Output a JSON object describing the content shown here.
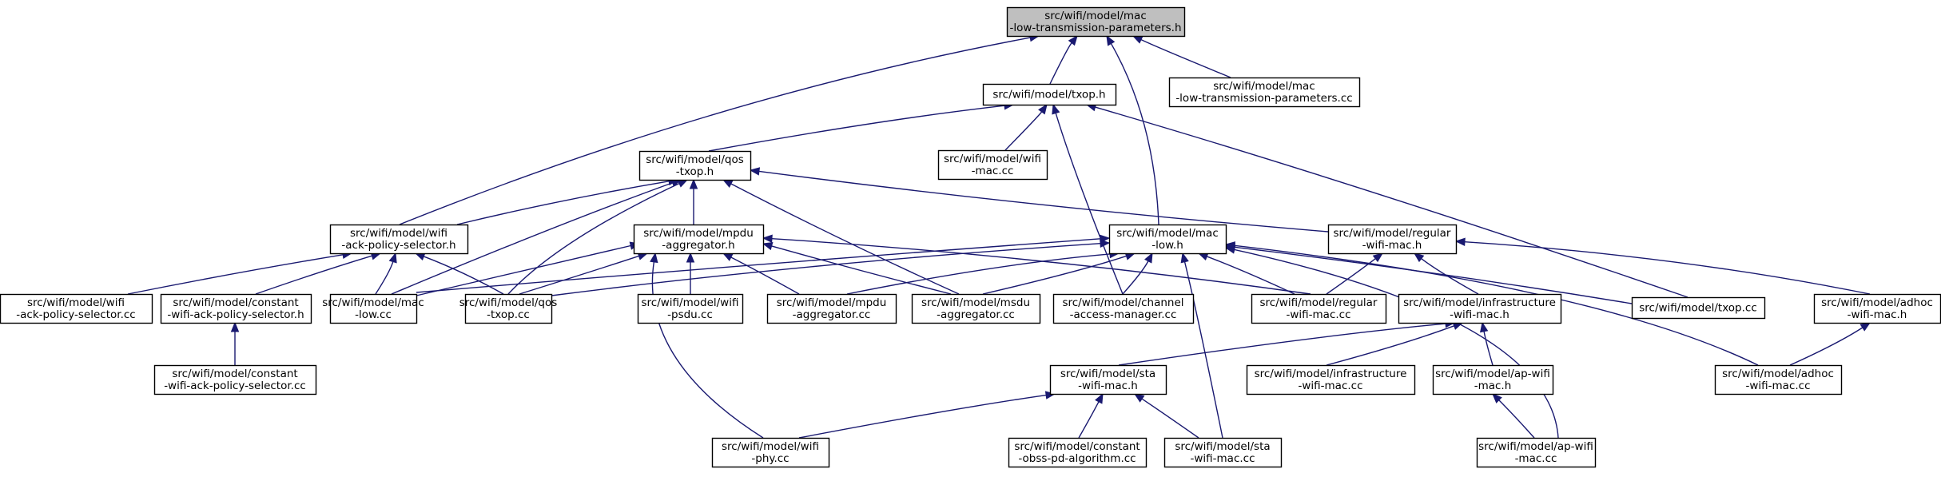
{
  "graph": {
    "nodes": [
      {
        "id": "root",
        "lines": [
          "src/wifi/model/mac",
          "-low-transmission-parameters.h"
        ],
        "root": true
      },
      {
        "id": "mltp_cc",
        "lines": [
          "src/wifi/model/mac",
          "-low-transmission-parameters.cc"
        ]
      },
      {
        "id": "txop_h",
        "lines": [
          "src/wifi/model/txop.h"
        ]
      },
      {
        "id": "wifi_mac_cc",
        "lines": [
          "src/wifi/model/wifi",
          "-mac.cc"
        ]
      },
      {
        "id": "qos_txop_h",
        "lines": [
          "src/wifi/model/qos",
          "-txop.h"
        ]
      },
      {
        "id": "wifi_aps_h",
        "lines": [
          "src/wifi/model/wifi",
          "-ack-policy-selector.h"
        ]
      },
      {
        "id": "mpdu_agg_h",
        "lines": [
          "src/wifi/model/mpdu",
          "-aggregator.h"
        ]
      },
      {
        "id": "mac_low_h",
        "lines": [
          "src/wifi/model/mac",
          "-low.h"
        ]
      },
      {
        "id": "regular_h",
        "lines": [
          "src/wifi/model/regular",
          "-wifi-mac.h"
        ]
      },
      {
        "id": "wifi_aps_cc",
        "lines": [
          "src/wifi/model/wifi",
          "-ack-policy-selector.cc"
        ]
      },
      {
        "id": "const_aps_h",
        "lines": [
          "src/wifi/model/constant",
          "-wifi-ack-policy-selector.h"
        ]
      },
      {
        "id": "mac_low_cc",
        "lines": [
          "src/wifi/model/mac",
          "-low.cc"
        ]
      },
      {
        "id": "qos_txop_cc",
        "lines": [
          "src/wifi/model/qos",
          "-txop.cc"
        ]
      },
      {
        "id": "psdu_cc",
        "lines": [
          "src/wifi/model/wifi",
          "-psdu.cc"
        ]
      },
      {
        "id": "mpdu_agg_cc",
        "lines": [
          "src/wifi/model/mpdu",
          "-aggregator.cc"
        ]
      },
      {
        "id": "msdu_agg_cc",
        "lines": [
          "src/wifi/model/msdu",
          "-aggregator.cc"
        ]
      },
      {
        "id": "cam_cc",
        "lines": [
          "src/wifi/model/channel",
          "-access-manager.cc"
        ]
      },
      {
        "id": "regular_cc",
        "lines": [
          "src/wifi/model/regular",
          "-wifi-mac.cc"
        ]
      },
      {
        "id": "infra_h",
        "lines": [
          "src/wifi/model/infrastructure",
          "-wifi-mac.h"
        ]
      },
      {
        "id": "txop_cc",
        "lines": [
          "src/wifi/model/txop.cc"
        ]
      },
      {
        "id": "adhoc_h",
        "lines": [
          "src/wifi/model/adhoc",
          "-wifi-mac.h"
        ]
      },
      {
        "id": "const_aps_cc",
        "lines": [
          "src/wifi/model/constant",
          "-wifi-ack-policy-selector.cc"
        ]
      },
      {
        "id": "sta_h",
        "lines": [
          "src/wifi/model/sta",
          "-wifi-mac.h"
        ]
      },
      {
        "id": "infra_cc",
        "lines": [
          "src/wifi/model/infrastructure",
          "-wifi-mac.cc"
        ]
      },
      {
        "id": "ap_h",
        "lines": [
          "src/wifi/model/ap-wifi",
          "-mac.h"
        ]
      },
      {
        "id": "adhoc_cc",
        "lines": [
          "src/wifi/model/adhoc",
          "-wifi-mac.cc"
        ]
      },
      {
        "id": "wifi_phy_cc",
        "lines": [
          "src/wifi/model/wifi",
          "-phy.cc"
        ]
      },
      {
        "id": "obss_cc",
        "lines": [
          "src/wifi/model/constant",
          "-obss-pd-algorithm.cc"
        ]
      },
      {
        "id": "sta_cc",
        "lines": [
          "src/wifi/model/sta",
          "-wifi-mac.cc"
        ]
      },
      {
        "id": "ap_cc",
        "lines": [
          "src/wifi/model/ap-wifi",
          "-mac.cc"
        ]
      }
    ],
    "edges": [
      {
        "to": "root",
        "from": "txop_h"
      },
      {
        "to": "root",
        "from": "mltp_cc"
      },
      {
        "to": "root",
        "from": "wifi_aps_h"
      },
      {
        "to": "root",
        "from": "mac_low_h"
      },
      {
        "to": "txop_h",
        "from": "qos_txop_h"
      },
      {
        "to": "txop_h",
        "from": "wifi_mac_cc"
      },
      {
        "to": "txop_h",
        "from": "cam_cc"
      },
      {
        "to": "txop_h",
        "from": "txop_cc"
      },
      {
        "to": "qos_txop_h",
        "from": "wifi_aps_h"
      },
      {
        "to": "qos_txop_h",
        "from": "mpdu_agg_h"
      },
      {
        "to": "qos_txop_h",
        "from": "regular_h"
      },
      {
        "to": "qos_txop_h",
        "from": "mac_low_cc"
      },
      {
        "to": "qos_txop_h",
        "from": "qos_txop_cc"
      },
      {
        "to": "qos_txop_h",
        "from": "msdu_agg_cc"
      },
      {
        "to": "wifi_aps_h",
        "from": "wifi_aps_cc"
      },
      {
        "to": "wifi_aps_h",
        "from": "const_aps_h"
      },
      {
        "to": "wifi_aps_h",
        "from": "mac_low_cc"
      },
      {
        "to": "wifi_aps_h",
        "from": "qos_txop_cc"
      },
      {
        "to": "const_aps_h",
        "from": "const_aps_cc"
      },
      {
        "to": "mpdu_agg_h",
        "from": "mac_low_cc"
      },
      {
        "to": "mpdu_agg_h",
        "from": "qos_txop_cc"
      },
      {
        "to": "mpdu_agg_h",
        "from": "psdu_cc"
      },
      {
        "to": "mpdu_agg_h",
        "from": "mpdu_agg_cc"
      },
      {
        "to": "mpdu_agg_h",
        "from": "msdu_agg_cc"
      },
      {
        "to": "mpdu_agg_h",
        "from": "regular_cc"
      },
      {
        "to": "mpdu_agg_h",
        "from": "wifi_phy_cc"
      },
      {
        "to": "mac_low_h",
        "from": "mac_low_cc"
      },
      {
        "to": "mac_low_h",
        "from": "qos_txop_cc"
      },
      {
        "to": "mac_low_h",
        "from": "mpdu_agg_cc"
      },
      {
        "to": "mac_low_h",
        "from": "msdu_agg_cc"
      },
      {
        "to": "mac_low_h",
        "from": "cam_cc"
      },
      {
        "to": "mac_low_h",
        "from": "regular_cc"
      },
      {
        "to": "mac_low_h",
        "from": "txop_cc"
      },
      {
        "to": "mac_low_h",
        "from": "adhoc_cc"
      },
      {
        "to": "mac_low_h",
        "from": "sta_cc"
      },
      {
        "to": "mac_low_h",
        "from": "ap_cc"
      },
      {
        "to": "regular_h",
        "from": "regular_cc"
      },
      {
        "to": "regular_h",
        "from": "infra_h"
      },
      {
        "to": "regular_h",
        "from": "adhoc_h"
      },
      {
        "to": "infra_h",
        "from": "sta_h"
      },
      {
        "to": "infra_h",
        "from": "infra_cc"
      },
      {
        "to": "infra_h",
        "from": "ap_h"
      },
      {
        "to": "adhoc_h",
        "from": "adhoc_cc"
      },
      {
        "to": "ap_h",
        "from": "ap_cc"
      },
      {
        "to": "sta_h",
        "from": "wifi_phy_cc"
      },
      {
        "to": "sta_h",
        "from": "obss_cc"
      },
      {
        "to": "sta_h",
        "from": "sta_cc"
      }
    ]
  }
}
